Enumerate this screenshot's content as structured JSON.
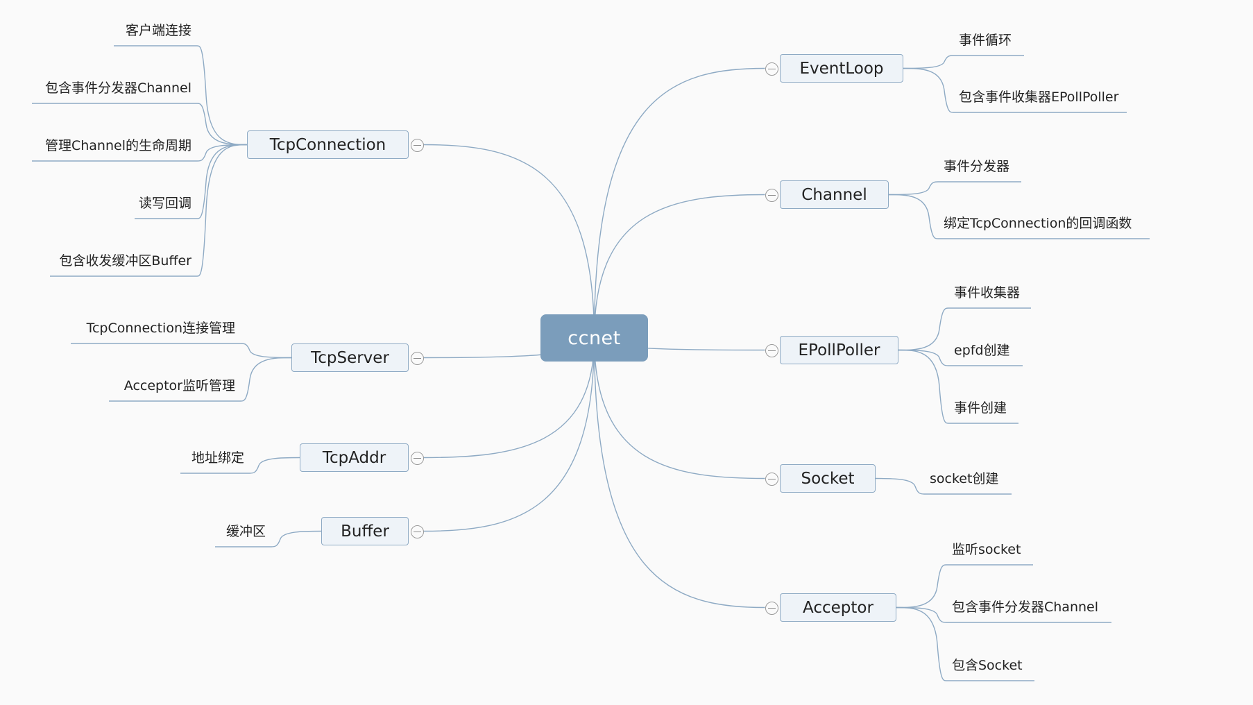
{
  "colors": {
    "background": "#fafafa",
    "center_fill": "#7b9dbb",
    "node_fill": "#eef3f8",
    "node_border": "#8eaac4",
    "connector": "#8eaac4"
  },
  "mindmap": {
    "root": {
      "label": "ccnet"
    },
    "left_branches": [
      {
        "label": "TcpConnection",
        "children": [
          "客户端连接",
          "包含事件分发器Channel",
          "管理Channel的生命周期",
          "读写回调",
          "包含收发缓冲区Buffer"
        ]
      },
      {
        "label": "TcpServer",
        "children": [
          "TcpConnection连接管理",
          "Acceptor监听管理"
        ]
      },
      {
        "label": "TcpAddr",
        "children": [
          "地址绑定"
        ]
      },
      {
        "label": "Buffer",
        "children": [
          "缓冲区"
        ]
      }
    ],
    "right_branches": [
      {
        "label": "EventLoop",
        "children": [
          "事件循环",
          "包含事件收集器EPollPoller"
        ]
      },
      {
        "label": "Channel",
        "children": [
          "事件分发器",
          "绑定TcpConnection的回调函数"
        ]
      },
      {
        "label": "EPollPoller",
        "children": [
          "事件收集器",
          "epfd创建",
          "事件创建"
        ]
      },
      {
        "label": "Socket",
        "children": [
          "socket创建"
        ]
      },
      {
        "label": "Acceptor",
        "children": [
          "监听socket",
          "包含事件分发器Channel",
          "包含Socket"
        ]
      }
    ]
  }
}
